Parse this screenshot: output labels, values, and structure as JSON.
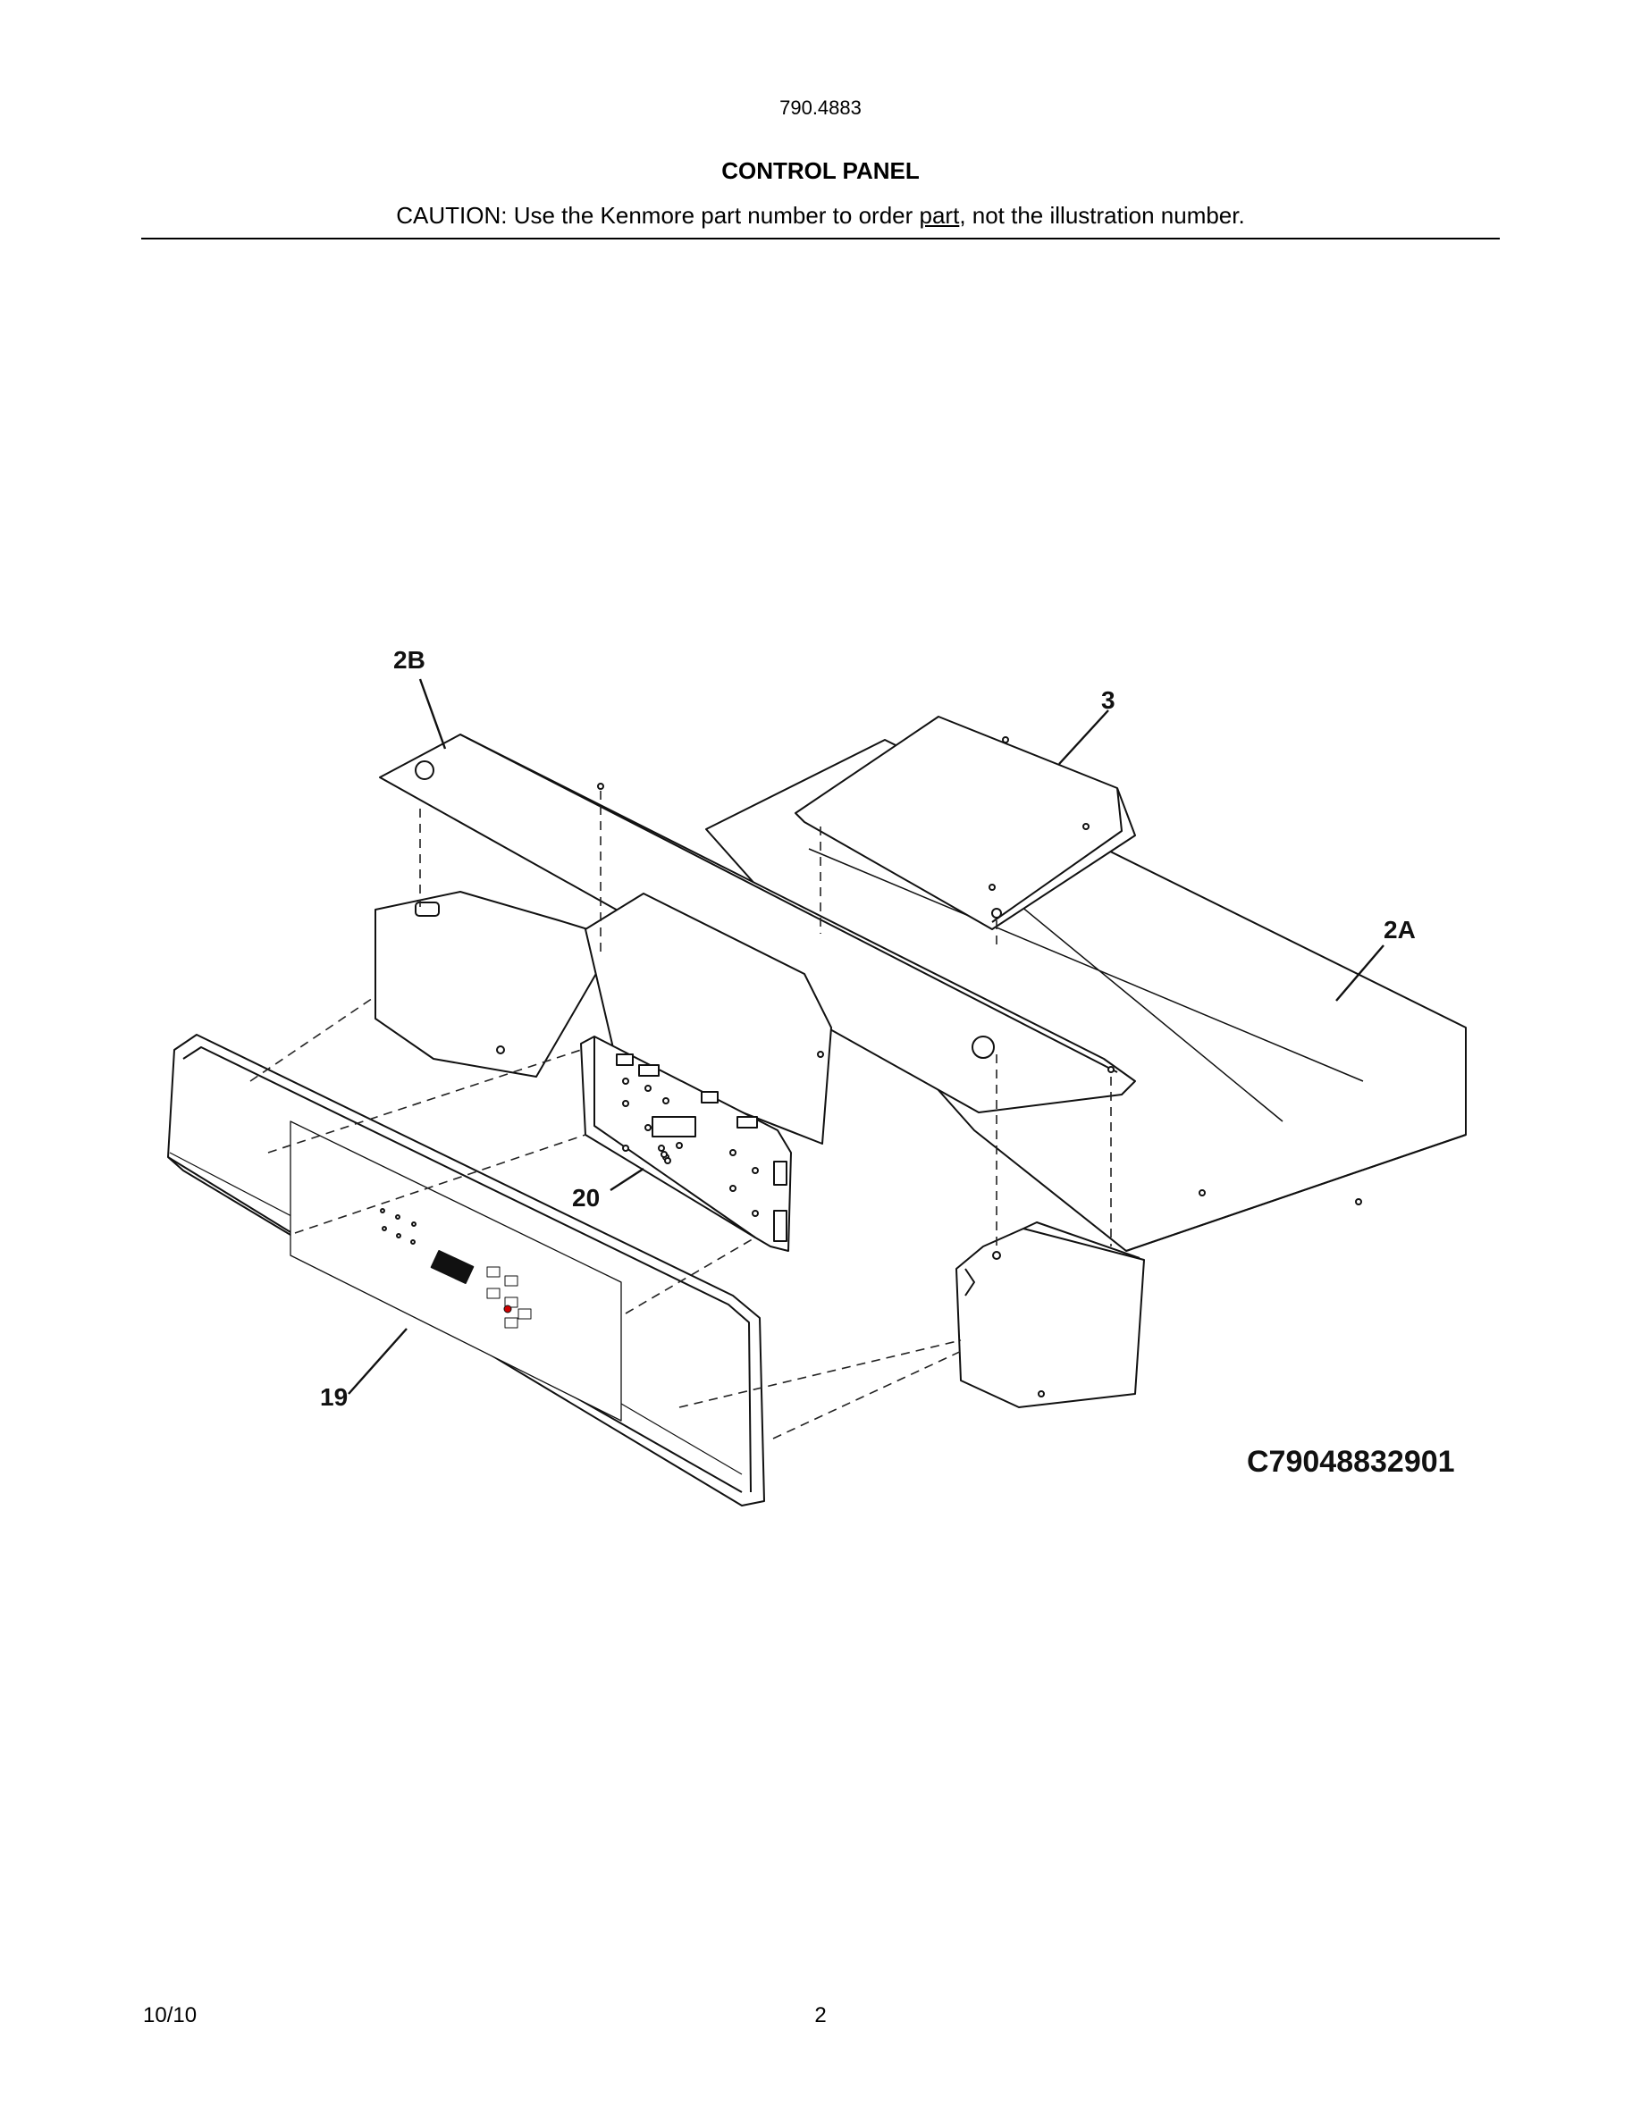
{
  "header": {
    "model": "790.4883",
    "title": "CONTROL PANEL",
    "caution_pre": "CAUTION: Use the Kenmore part number to order ",
    "caution_link": "part",
    "caution_post": ", not the illustration number."
  },
  "callouts": {
    "c2B": "2B",
    "c3": "3",
    "c2A": "2A",
    "c20": "20",
    "c19": "19"
  },
  "figure_code": "C79048832901",
  "footer": {
    "date": "10/10",
    "page": "2"
  }
}
